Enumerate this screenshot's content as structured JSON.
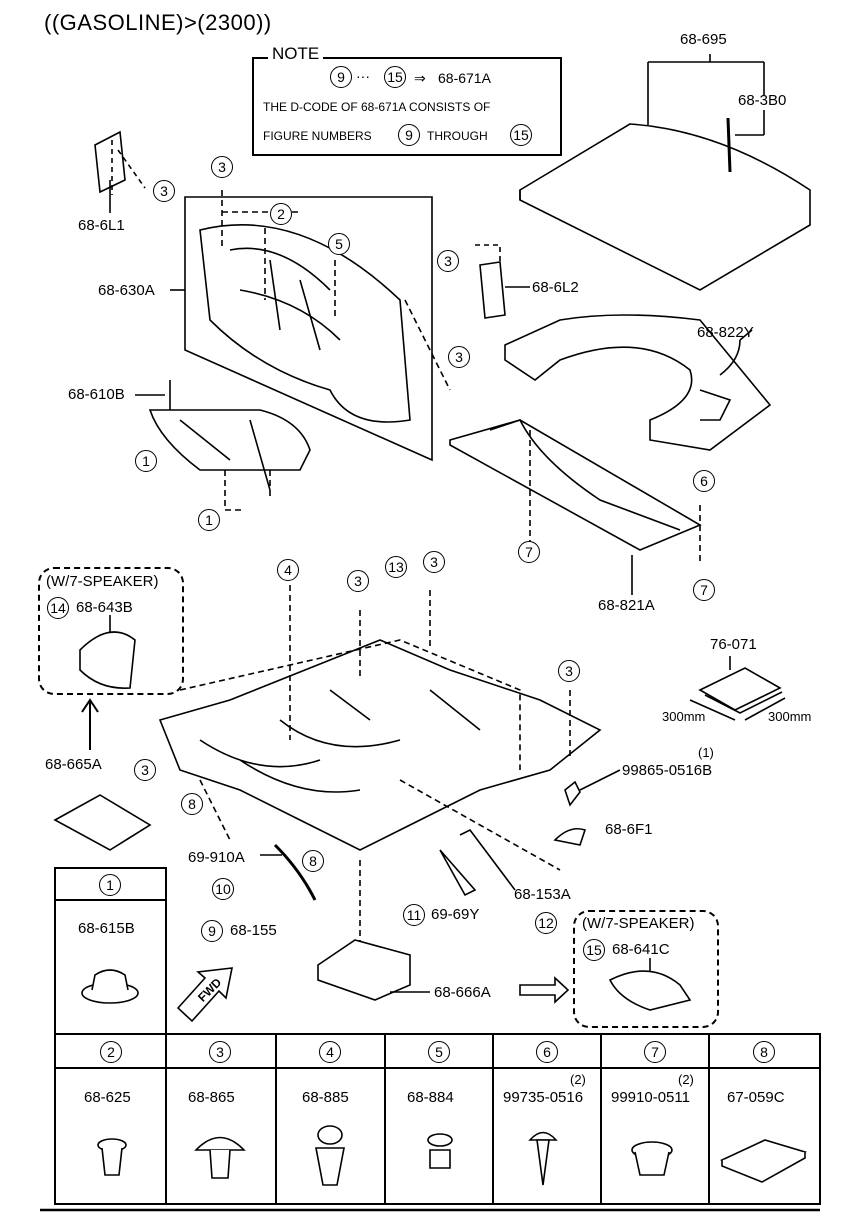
{
  "title": "((GASOLINE)>(2300))",
  "note": {
    "heading": "NOTE",
    "range_from": "9",
    "range_sep": "···",
    "range_to": "15",
    "arrow": "⇒",
    "range_target": "68-671A",
    "line2": "THE D-CODE OF 68-671A CONSISTS OF",
    "line3_a": "FIGURE NUMBERS",
    "line3_n1": "9",
    "line3_b": "THROUGH",
    "line3_n2": "15"
  },
  "parts": {
    "p68_695": "68-695",
    "p68_3B0": "68-3B0",
    "p68_6L1": "68-6L1",
    "p68_630A": "68-630A",
    "p68_6L2": "68-6L2",
    "p68_822Y": "68-822Y",
    "p68_610B": "68-610B",
    "p68_821A": "68-821A",
    "p76_071": "76-071",
    "dim_a": "300mm",
    "dim_b": "300mm",
    "p68_665A": "68-665A",
    "p99865": "99865-0516B",
    "p99865_qty": "(1)",
    "p68_6F1": "68-6F1",
    "p69_910A": "69-910A",
    "p68_153A": "68-153A",
    "p68_155": "68-155",
    "p69_69Y": "69-69Y",
    "p68_666A": "68-666A",
    "speaker1_head": "(W/7-SPEAKER)",
    "speaker1_part": "68-643B",
    "speaker1_num": "14",
    "speaker2_head": "(W/7-SPEAKER)",
    "speaker2_part": "68-641C",
    "speaker2_num": "15",
    "fwd": "FWD"
  },
  "callouts": {
    "c1": "1",
    "c2": "2",
    "c3": "3",
    "c4": "4",
    "c5": "5",
    "c6": "6",
    "c7": "7",
    "c8": "8",
    "c9": "9",
    "c10": "10",
    "c11": "11",
    "c12": "12",
    "c13": "13"
  },
  "table": {
    "row1": [
      {
        "num": "1",
        "part": "68-615B",
        "qty": ""
      }
    ],
    "row2": [
      {
        "num": "2",
        "part": "68-625",
        "qty": ""
      },
      {
        "num": "3",
        "part": "68-865",
        "qty": ""
      },
      {
        "num": "4",
        "part": "68-885",
        "qty": ""
      },
      {
        "num": "5",
        "part": "68-884",
        "qty": ""
      },
      {
        "num": "6",
        "part": "99735-0516",
        "qty": "(2)"
      },
      {
        "num": "7",
        "part": "99910-0511",
        "qty": "(2)"
      },
      {
        "num": "8",
        "part": "67-059C",
        "qty": ""
      }
    ]
  },
  "colors": {
    "ink": "#000000",
    "paper": "#ffffff"
  }
}
